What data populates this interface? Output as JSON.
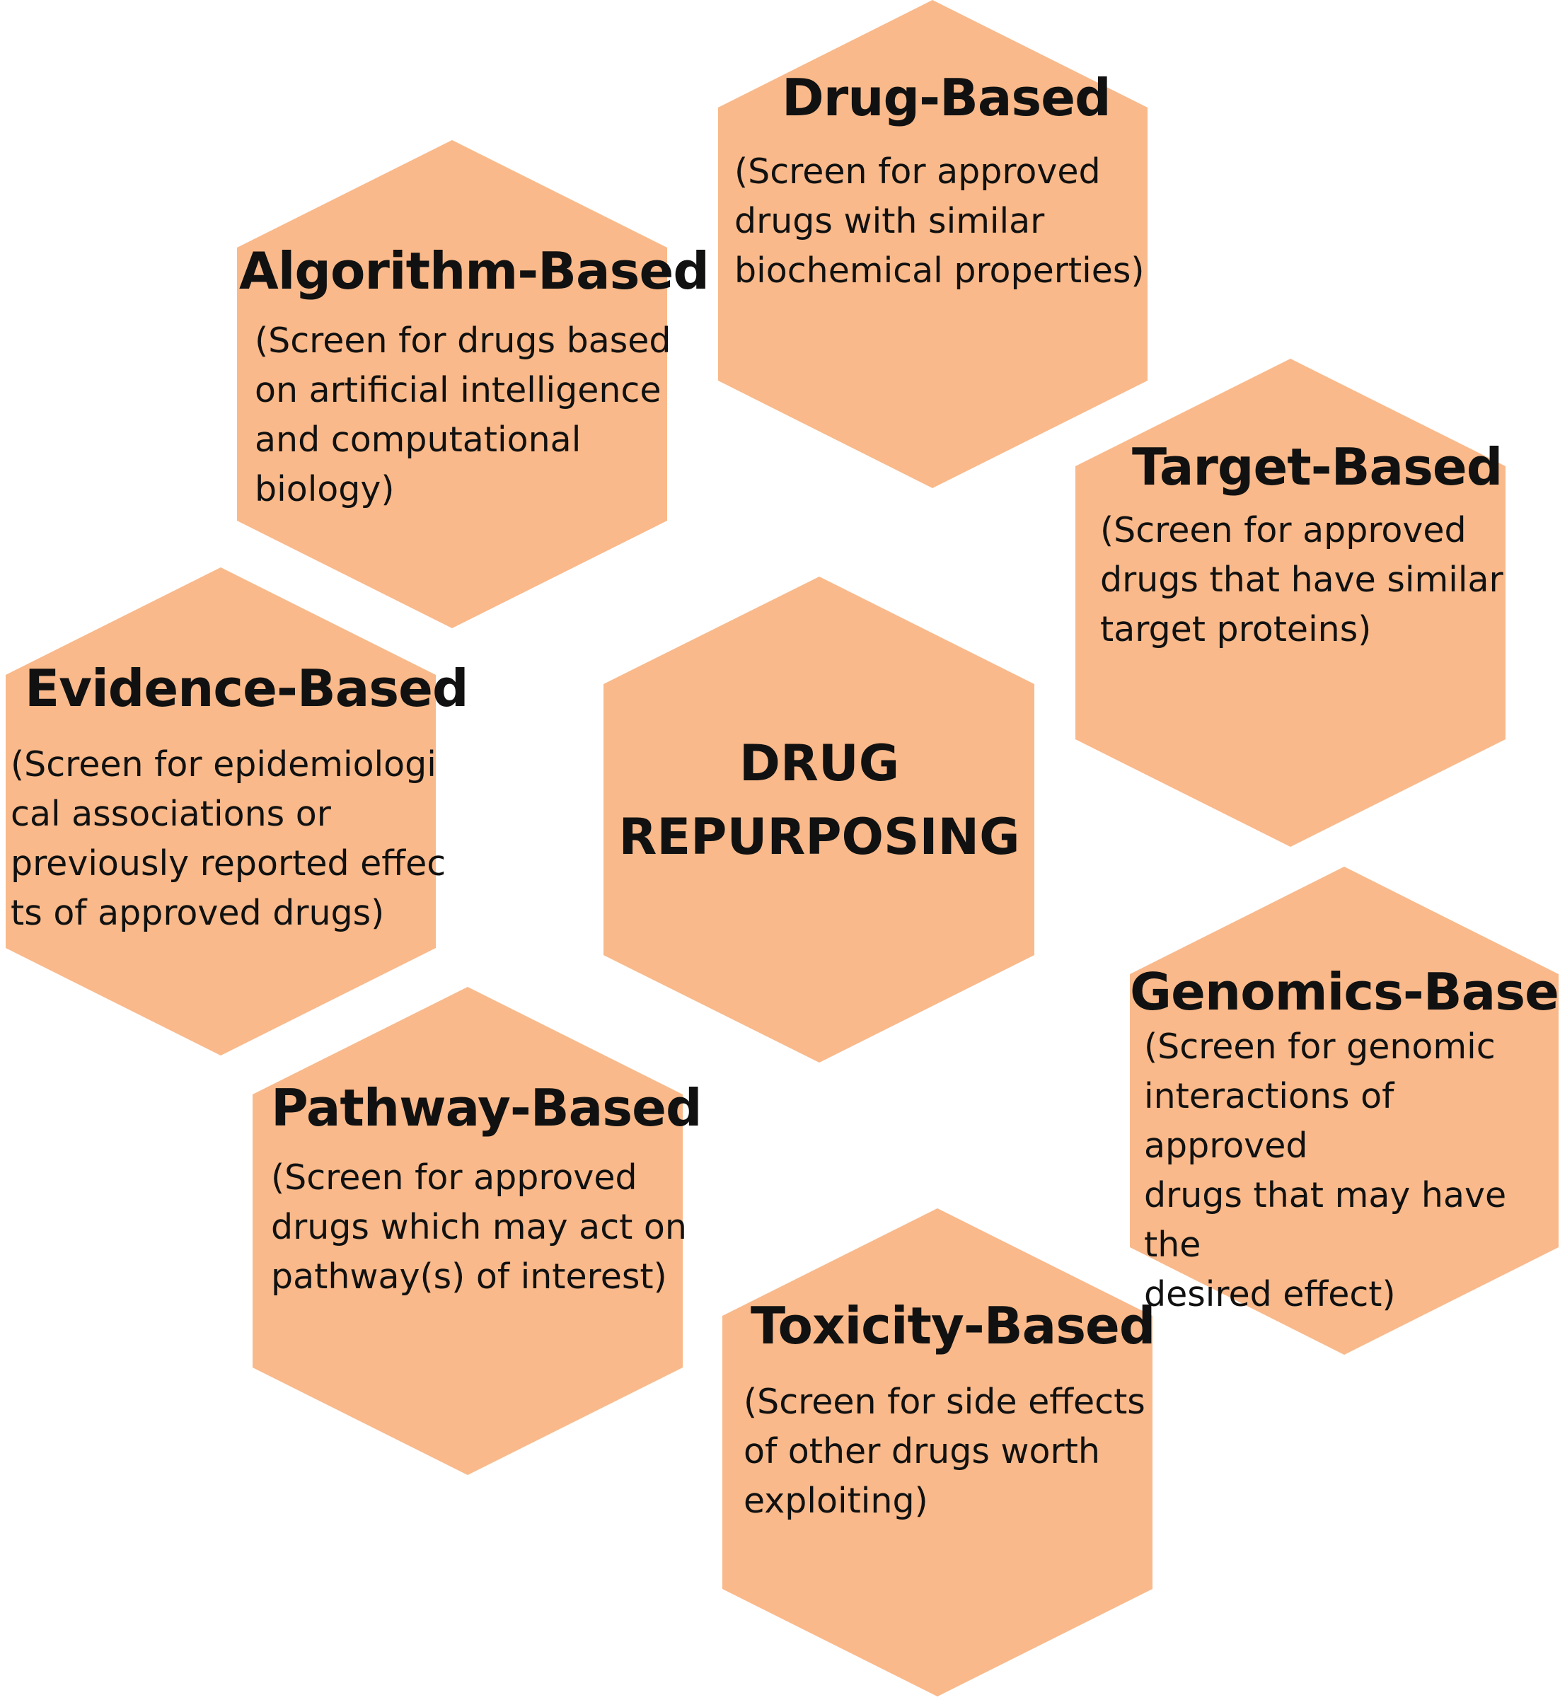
{
  "colors": {
    "hexagon_fill": "#f9b98a",
    "text": "#111111",
    "background": "#ffffff"
  },
  "center": {
    "title": "DRUG\nREPURPOSING"
  },
  "approaches": [
    {
      "id": "drug",
      "title": "Drug-Based",
      "description": "(Screen for approved\ndrugs with similar\nbiochemical properties)"
    },
    {
      "id": "algorithm",
      "title": "Algorithm-Based",
      "description": "(Screen for drugs based\non artificial intelligence\nand computational\nbiology)"
    },
    {
      "id": "target",
      "title": "Target-Based",
      "description": "(Screen for approved\ndrugs that have similar\ntarget proteins)"
    },
    {
      "id": "evidence",
      "title": "Evidence-Based",
      "description": "(Screen for epidemiologi\ncal associations or\npreviously reported effec\nts of approved drugs)"
    },
    {
      "id": "genomics",
      "title": "Genomics-Based",
      "description": "(Screen for genomic\ninteractions of approved\ndrugs that may have the\ndesired effect)"
    },
    {
      "id": "pathway",
      "title": "Pathway-Based",
      "description": "(Screen for approved\ndrugs which may act on\npathway(s) of interest)"
    },
    {
      "id": "toxicity",
      "title": "Toxicity-Based",
      "description": "(Screen for side effects\nof other drugs worth\nexploiting)"
    }
  ]
}
